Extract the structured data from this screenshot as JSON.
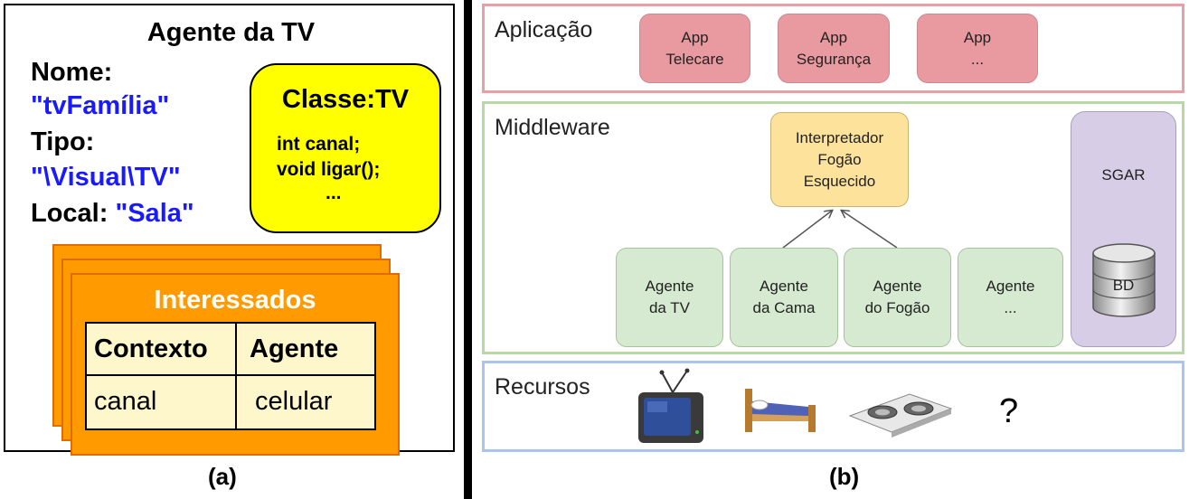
{
  "panel_a": {
    "title": "Agente da TV",
    "nome_label": "Nome:",
    "nome_value": "\"tvFamília\"",
    "tipo_label": "Tipo:",
    "tipo_value": "\"\\Visual\\TV\"",
    "local_label": "Local:",
    "local_value": "\"Sala\"",
    "class_title": "Classe:TV",
    "class_lines": [
      "int canal;",
      "void ligar();",
      "..."
    ],
    "interessados_title": "Interessados",
    "table_headers": [
      "Contexto",
      "Agente"
    ],
    "table_row": [
      "canal",
      "celular"
    ],
    "caption": "(a)"
  },
  "panel_b": {
    "caption": "(b)",
    "aplicacao": {
      "label": "Aplicação",
      "apps": [
        "App\nTelecare",
        "App\nSegurança",
        "App\n..."
      ]
    },
    "middleware": {
      "label": "Middleware",
      "interpreter": "Interpretador\nFogão\nEsquecido",
      "agents": [
        "Agente\nda TV",
        "Agente\nda Cama",
        "Agente\ndo Fogão",
        "Agente\n..."
      ],
      "sgar": "SGAR",
      "db": "BD"
    },
    "recursos": {
      "label": "Recursos",
      "items": [
        "tv-icon",
        "bed-icon",
        "stove-icon"
      ],
      "unknown": "?"
    },
    "colors": {
      "app_layer_border": "#e8a0a6",
      "middleware_layer_border": "#b9d8a8",
      "resources_layer_border": "#a9c4ee",
      "app_box": "#e99aa0",
      "agent_box": "#d5ead0",
      "interpreter_box": "#fce29a",
      "sgar_box": "#d7cde6"
    }
  }
}
